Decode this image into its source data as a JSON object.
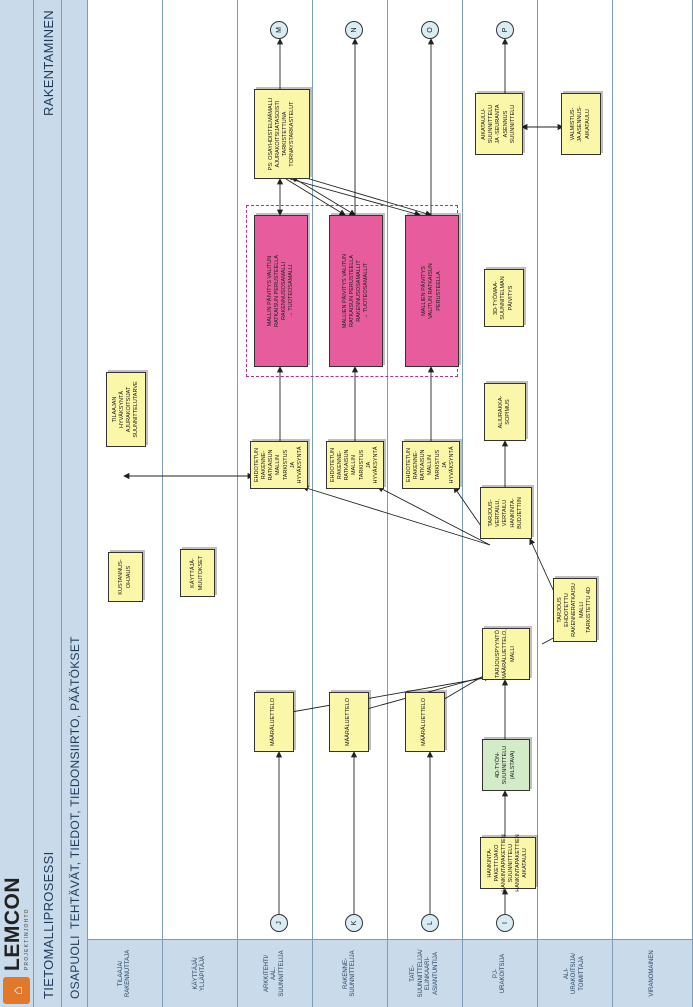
{
  "logo": {
    "name": "LEMCON",
    "subtitle": "PROJEKTINJOHTO"
  },
  "header": {
    "title": "TIETOMALLIPROSESSI",
    "phase": "RAKENTAMINEN",
    "participants_label": "OSAPUOLI",
    "tasks_label": "TEHTÄVÄT, TIEDOT, TIEDONSIIRTO, PÄÄTÖKSET"
  },
  "lanes": [
    "TILAAJA/\nRAKENNUTTAJA",
    "KÄYTTÄJÄ/\nYLLÄPITÄJÄ",
    "ARKKITEHTI/\nAAL.\nSUUNNITTELIJA",
    "RAKENNE-\nSUUNNITTELIJA",
    "TATE-\nSUUNNITTELIJA/\nELINKAARI-\nASIANTUNTIJA",
    "PJ-\nURAKOITSIJA",
    "ALI-\nURAKOITSIJA/\nTOIMITTAJA",
    "VIRANOMAINEN"
  ],
  "connectors": {
    "J": "J",
    "K": "K",
    "L": "L",
    "I": "I",
    "M": "M",
    "N": "N",
    "O": "O",
    "P": "P"
  },
  "boxes": {
    "kustannus": "KUSTANNUS-\nOHJAUS",
    "tilaajan": "TILAAJAN\nHYVÄKSYNTÄ\nAJURAKOITSIJAT\nSUUNNITTELUTARVE",
    "kayttajamuutokset": "KÄYTTÄJÄ-\nMUUTOKSET",
    "maara_ark": "MÄÄRÄLUETTELO",
    "maara_rak": "MÄÄRÄLUETTELO",
    "maara_tate": "MÄÄRÄLUETTELO",
    "ehdotettu_ark": "EHDOTETUN\nRAKENNE-\nRATKAISUN\nMALLIN\nTARKISTUS\nJA HYVÄKSYNTÄ",
    "ehdotettu_rak": "EHDOTETUN\nRAKENNE-\nRATKAISUN\nMALLIN\nTARKISTUS\nJA HYVÄKSYNTÄ",
    "ehdotettu_tate": "EHDOTETUN\nRAKENNE-\nRATKAISUN\nMALLIN\nTARKISTUS\nJA HYVÄKSYNTÄ",
    "paivitys_ark": "MALLIN PÄIVITYS VALITUN\nRATKAISUN PERUSTEELLA\nRAKENNUSOSAMALLI\n→ TUOTEOSAMALLI",
    "paivitys_rak": "MALLIEN PÄIVITYS VALITUN\nRATKAISUN PERUSTEELLA\nRAKENNUSOSAMALLIT\n→ TUOTEOSAMALLIT",
    "paivitys_tate": "MALLIEN PÄIVITYS\nVALITUN RATKAISUN\nPERUSTEELLA",
    "yhdistelma": "PS: OSAYHDISTELMÄMALLI\nAJURAKOITSIJATASOISTI\nTARKISTETTUNA\nTORNAYSTARKASTELUT",
    "hankinta": "HANKINTA-\nPAKETTIJAKO\nHANKINTAPAKETTIEN\nSUUNNITTELU\nHANKINTAPAKETTIEN\nAIKATAULU",
    "suunnittelu4d": "4D-TYÖN-\nSUUNNITTELU\n(AILSTAVA)",
    "tarjouspyynto": "TARJOUSPYYNTÖ\nMÄÄRÄLUETTELO,\nMALLI",
    "tarjousvertailu": "TARJOUS-\nVERTAILU,\nVERTAILU\nHANKINTA-\nBUDJETTIIN",
    "aliurakka": "ALIURAKKA-\nSOPIMUS",
    "tyomaa": "3D-TYÖMAA-\nSUUNNITELMAN\nPÄIVITYS",
    "aikataulu": "AIKATAULU-\nSUUNNITTELU\nJA -SEURANTA\nASENNUS\nSUUNNITTELU",
    "tarjous": "TARJOUS\nEHDOTETTU\nRAKENNERATKAISU\nMALLI\nTARKISTETTU 4D",
    "valmistus": "VALMISTUS-\nJA ASENNUS-\nAIKATAULU"
  },
  "colors": {
    "header_bg": "#c9dbea",
    "lane_line": "#7d9cb7",
    "yellow_box": "#fbf7a8",
    "green_box": "#d3ebc8",
    "pink_box": "#e65c9c",
    "connector_bg": "#d9ecf4",
    "dashed_group": "#b0309a",
    "logo_orange": "#e2782a"
  }
}
